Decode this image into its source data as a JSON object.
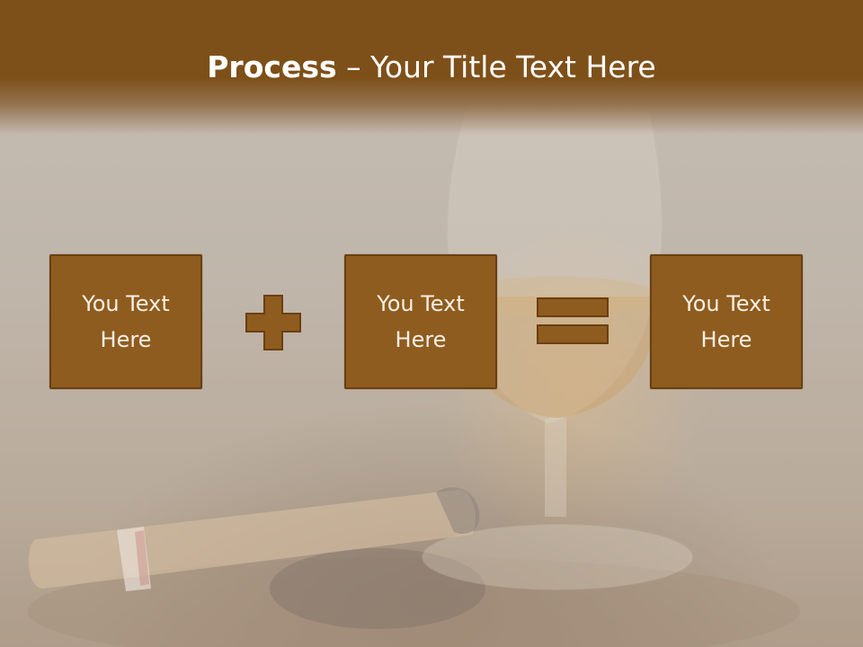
{
  "slide": {
    "title_bold": "Process",
    "title_rest": " – Your Title Text Here",
    "boxes": [
      {
        "label": "You Text\nHere"
      },
      {
        "label": "You Text\nHere"
      },
      {
        "label": "You Text\nHere"
      }
    ],
    "operators": [
      "plus-icon",
      "equals-icon"
    ]
  },
  "colors": {
    "title_bar": "#7e5019",
    "box_fill": "#8f5c1f",
    "box_border": "#6a3f10",
    "text": "#ffffff"
  }
}
